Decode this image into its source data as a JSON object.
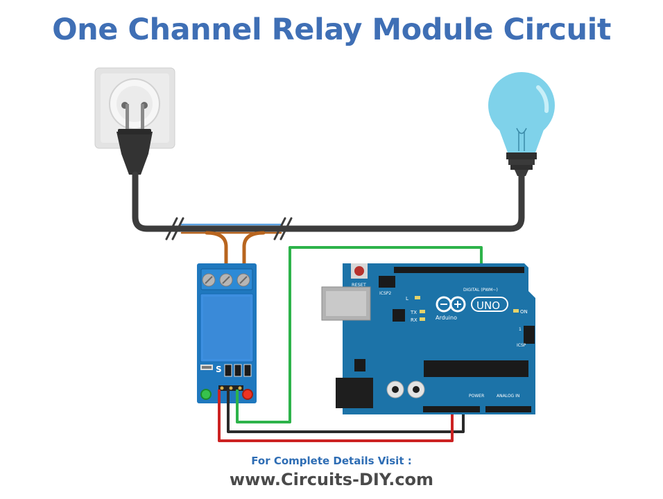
{
  "title": "One Channel Relay Module Circuit",
  "footer": {
    "line1": "For Complete Details Visit :",
    "line2": "www.Circuits-DIY.com"
  },
  "arduino": {
    "reset_label": "RESET",
    "icsp2_label": "ICSP2",
    "icsp_label": "ICSP",
    "l_label": "L",
    "tx_label": "TX",
    "rx_label": "RX",
    "brand_label": "Arduino",
    "uno_label": "UNO",
    "on_label": "ON",
    "digital_label": "DIGITAL (PWM~)",
    "power_label": "POWER",
    "analog_label": "ANALOG IN",
    "one_label": "1"
  },
  "relay": {
    "s_label": "S"
  },
  "colors": {
    "title": "#3f6fb5",
    "board": "#1c73a8",
    "relay": "#1f78be",
    "relay_coil": "#3d8fe0",
    "mains_cable": "#3c3c3c",
    "wire_green": "#2db34a",
    "wire_black": "#2a2a2a",
    "wire_red": "#cc2222",
    "wire_brown": "#b8651f",
    "wire_blue": "#5aa0e0",
    "bulb": "#7fd2ea"
  }
}
